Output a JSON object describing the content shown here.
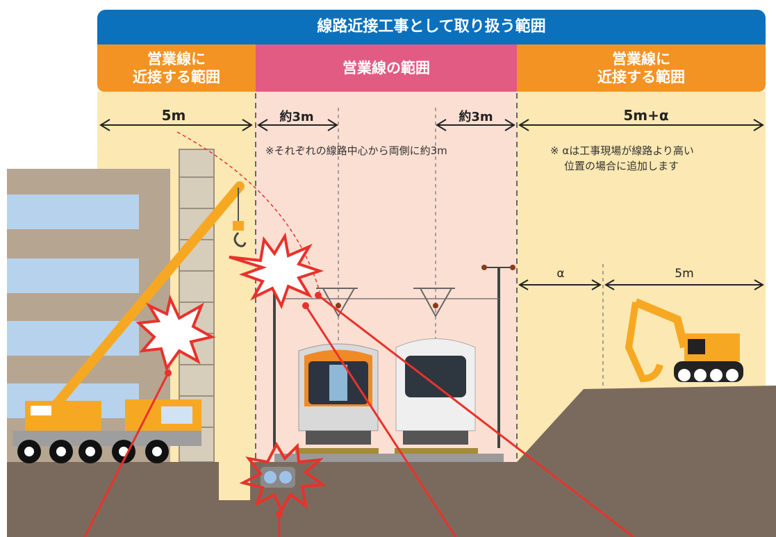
{
  "banner": {
    "title": "線路近接工事として取り扱う範囲"
  },
  "zones": {
    "left": {
      "line1": "営業線に",
      "line2": "近接する範囲"
    },
    "center": {
      "label": "営業線の範囲"
    },
    "right": {
      "line1": "営業線に",
      "line2": "近接する範囲"
    }
  },
  "dimensions": {
    "left": "5m",
    "center_left": "約3m",
    "center_right": "約3m",
    "right": "5m+α",
    "alpha": "α",
    "right_5m": "5m"
  },
  "notes": {
    "center": "※それぞれの線路中心から両側に約3m",
    "right_line1": "※ αは工事現場が線路より高い",
    "right_line2": "位置の場合に追加します"
  },
  "colors": {
    "banner": "#0b71bd",
    "zone_orange": "#f39324",
    "zone_pink": "#e25b82",
    "zone_bg_yellow": "#fbe8b2",
    "zone_bg_pink": "#fcdfd3",
    "ground": "#7a6a5e",
    "crane": "#f7a823",
    "hazard_red": "#e8322b"
  }
}
